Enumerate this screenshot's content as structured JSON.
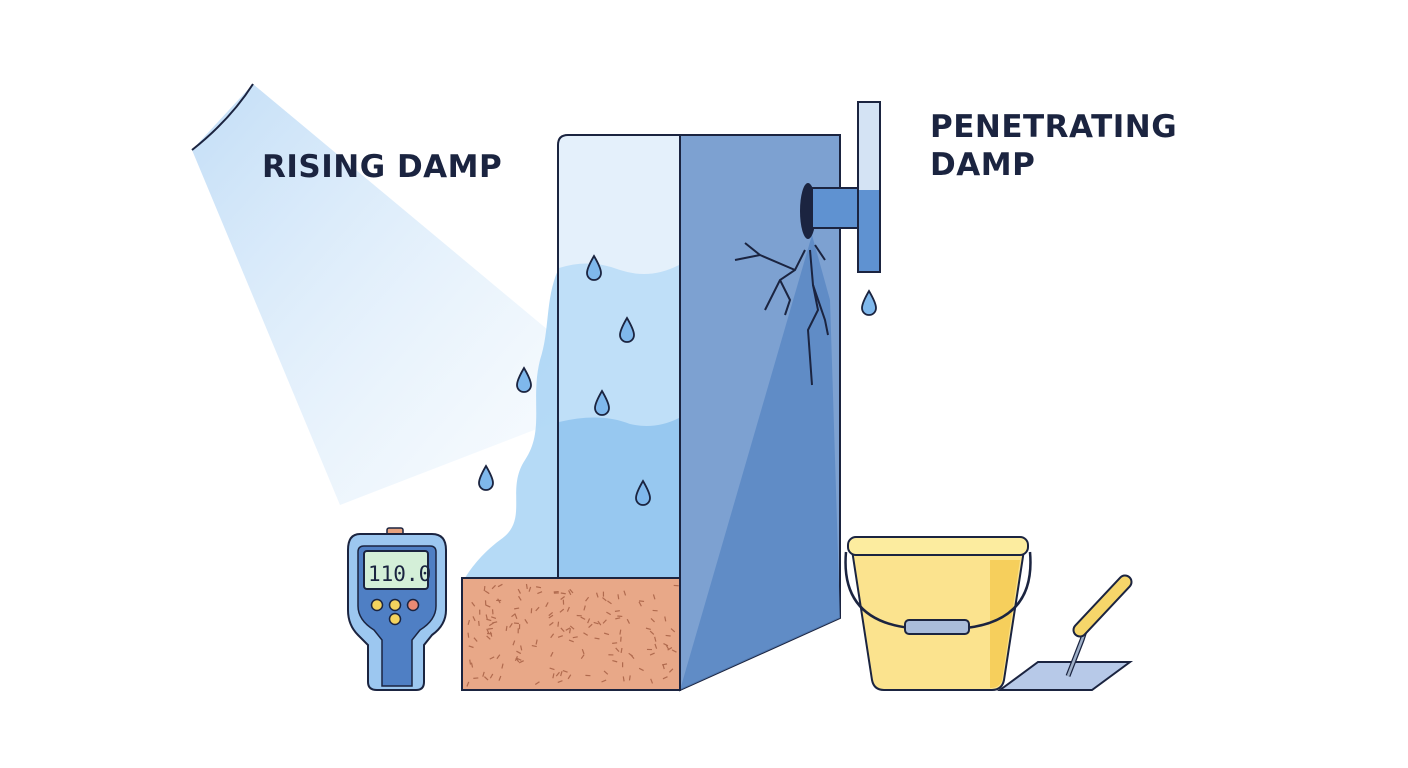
{
  "labels": {
    "rising_damp": "RISING DAMP",
    "penetrating_damp_line1": "PENETRATING",
    "penetrating_damp_line2": "DAMP"
  },
  "moisture_meter": {
    "display_value": "110.0"
  },
  "colors": {
    "text": "#1b2440",
    "wall_front": "#dcecf9",
    "wall_side": "#7a9fd0",
    "water": "#a8d3f5",
    "brick": "#e8a888",
    "bucket": "#fbe38e",
    "outline": "#1b2440"
  }
}
